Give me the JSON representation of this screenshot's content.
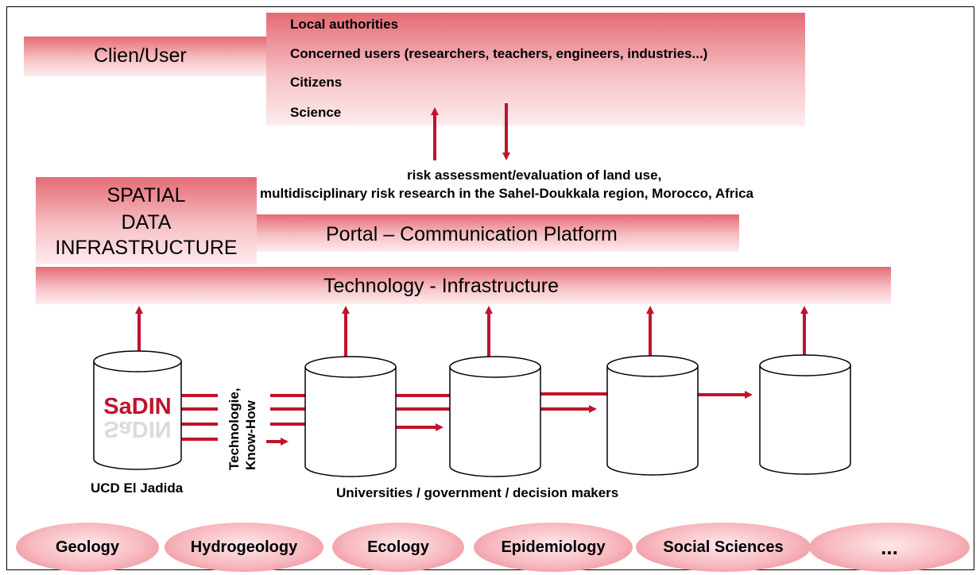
{
  "client": {
    "label": "Clien/User",
    "items": [
      "Local authorities",
      "Concerned users (researchers, teachers, engineers, industries...)",
      "Citizens",
      "Science"
    ]
  },
  "risk_text": {
    "line1": "risk assessment/evaluation of land use,",
    "line2": "multidisciplinary risk research in the Sahel-Doukkala region, Morocco, Africa"
  },
  "sdi": {
    "line1": "SPATIAL",
    "line2": "DATA",
    "line3": "INFRASTRUCTURE"
  },
  "portal_label": "Portal – Communication Platform",
  "technology_label": "Technology - Infrastructure",
  "sadin_logo": "SaDIN",
  "ucd_label": "UCD El Jadida",
  "know_how_label": {
    "line1": "Technologie,",
    "line2": "Know-How"
  },
  "universities_label": "Universities / government / decision makers",
  "disciplines": [
    "Geology",
    "Hydrogeology",
    "Ecology",
    "Epidemiology",
    "Social Sciences",
    "..."
  ],
  "colors": {
    "arrow": "#c0132c",
    "band_dark": "#e46b74",
    "band_light": "#fdecee",
    "logo_red": "#c0132c"
  }
}
